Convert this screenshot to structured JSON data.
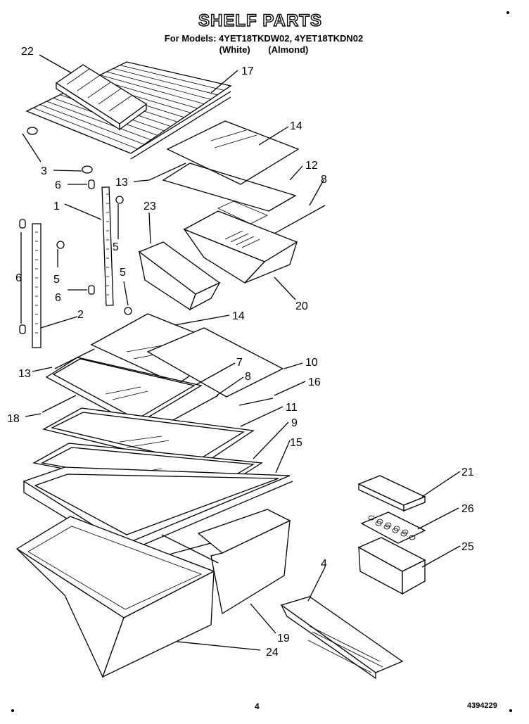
{
  "header": {
    "title": "SHELF PARTS",
    "subtitle": "For Models: 4YET18TKDW02, 4YET18TKDN02",
    "variants": "(White) (Almond)"
  },
  "footer": {
    "page_number": "4",
    "doc_number": "4394229"
  },
  "callouts": [
    {
      "id": "22",
      "label": "22"
    },
    {
      "id": "17",
      "label": "17"
    },
    {
      "id": "14a",
      "label": "14"
    },
    {
      "id": "3",
      "label": "3"
    },
    {
      "id": "13a",
      "label": "13"
    },
    {
      "id": "12",
      "label": "12"
    },
    {
      "id": "6a",
      "label": "6"
    },
    {
      "id": "8a",
      "label": "8"
    },
    {
      "id": "1",
      "label": "1"
    },
    {
      "id": "23",
      "label": "23"
    },
    {
      "id": "5a",
      "label": "5"
    },
    {
      "id": "6b",
      "label": "6"
    },
    {
      "id": "5b",
      "label": "5"
    },
    {
      "id": "5c",
      "label": "5"
    },
    {
      "id": "6c",
      "label": "6"
    },
    {
      "id": "20",
      "label": "20"
    },
    {
      "id": "2",
      "label": "2"
    },
    {
      "id": "14b",
      "label": "14"
    },
    {
      "id": "13b",
      "label": "13"
    },
    {
      "id": "7",
      "label": "7"
    },
    {
      "id": "10",
      "label": "10"
    },
    {
      "id": "8b",
      "label": "8"
    },
    {
      "id": "16",
      "label": "16"
    },
    {
      "id": "18",
      "label": "18"
    },
    {
      "id": "11",
      "label": "11"
    },
    {
      "id": "9",
      "label": "9"
    },
    {
      "id": "15",
      "label": "15"
    },
    {
      "id": "21",
      "label": "21"
    },
    {
      "id": "26",
      "label": "26"
    },
    {
      "id": "25",
      "label": "25"
    },
    {
      "id": "4",
      "label": "4"
    },
    {
      "id": "19",
      "label": "19"
    },
    {
      "id": "24",
      "label": "24"
    }
  ]
}
